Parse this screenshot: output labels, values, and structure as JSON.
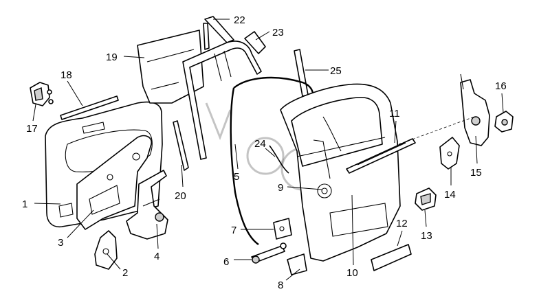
{
  "diagram": {
    "callouts": [
      "1",
      "2",
      "3",
      "4",
      "5",
      "6",
      "7",
      "8",
      "9",
      "10",
      "11",
      "12",
      "13",
      "14",
      "15",
      "16",
      "17",
      "18",
      "19",
      "20",
      "22",
      "23",
      "24",
      "25"
    ]
  }
}
